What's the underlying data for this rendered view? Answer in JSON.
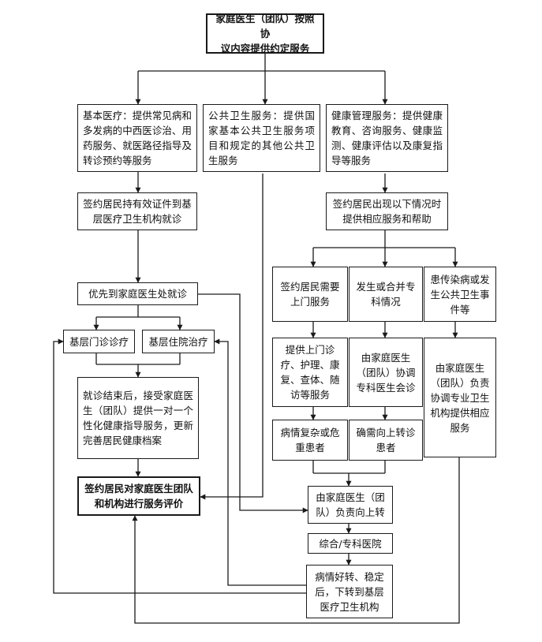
{
  "nodes": {
    "top": "家庭医生（团队）按照协\n议内容提供约定服务",
    "basic": "基本医疗：提供常见病和多发病的中西医诊治、用药服务、就医路径指导及转诊预约等服务",
    "public": "公共卫生服务：提供国家基本公共卫生服务项目和规定的其他公共卫生服务",
    "health": "健康管理服务：提供健康教育、咨询服务、健康监测、健康评估以及康复指导等服务",
    "visit": "签约居民持有效证件到基层医疗卫生机构就诊",
    "situation": "签约居民出现以下情况时提供相应服务和帮助",
    "priority": "优先到家庭医生处就诊",
    "outpatient": "基层门诊诊疗",
    "inpatient": "基层住院治疗",
    "home_need": "签约居民需要上门服务",
    "complication": "发生或合并专科情况",
    "epidemic": "患传染病或发生公共卫生事件等",
    "after_visit": "就诊结束后，接受家庭医生（团队）提供一对一个性化健康指导服务，更新完善居民健康档案",
    "home_service": "提供上门诊疗、护理、康复、查体、随访等服务",
    "consult": "由家庭医生（团队）协调专科医生会诊",
    "epidemic_service": "由家庭医生（团队）负责协调专业卫生机构提供相应服务",
    "complex": "病情复杂或危重患者",
    "refer_need": "确需向上转诊患者",
    "evaluate": "签约居民对家庭医生团队和机构进行服务评价",
    "refer_up": "由家庭医生（团队）负责向上转",
    "hospital": "综合/专科医院",
    "refer_down": "病情好转、稳定后，下转到基层医疗卫生机构"
  }
}
